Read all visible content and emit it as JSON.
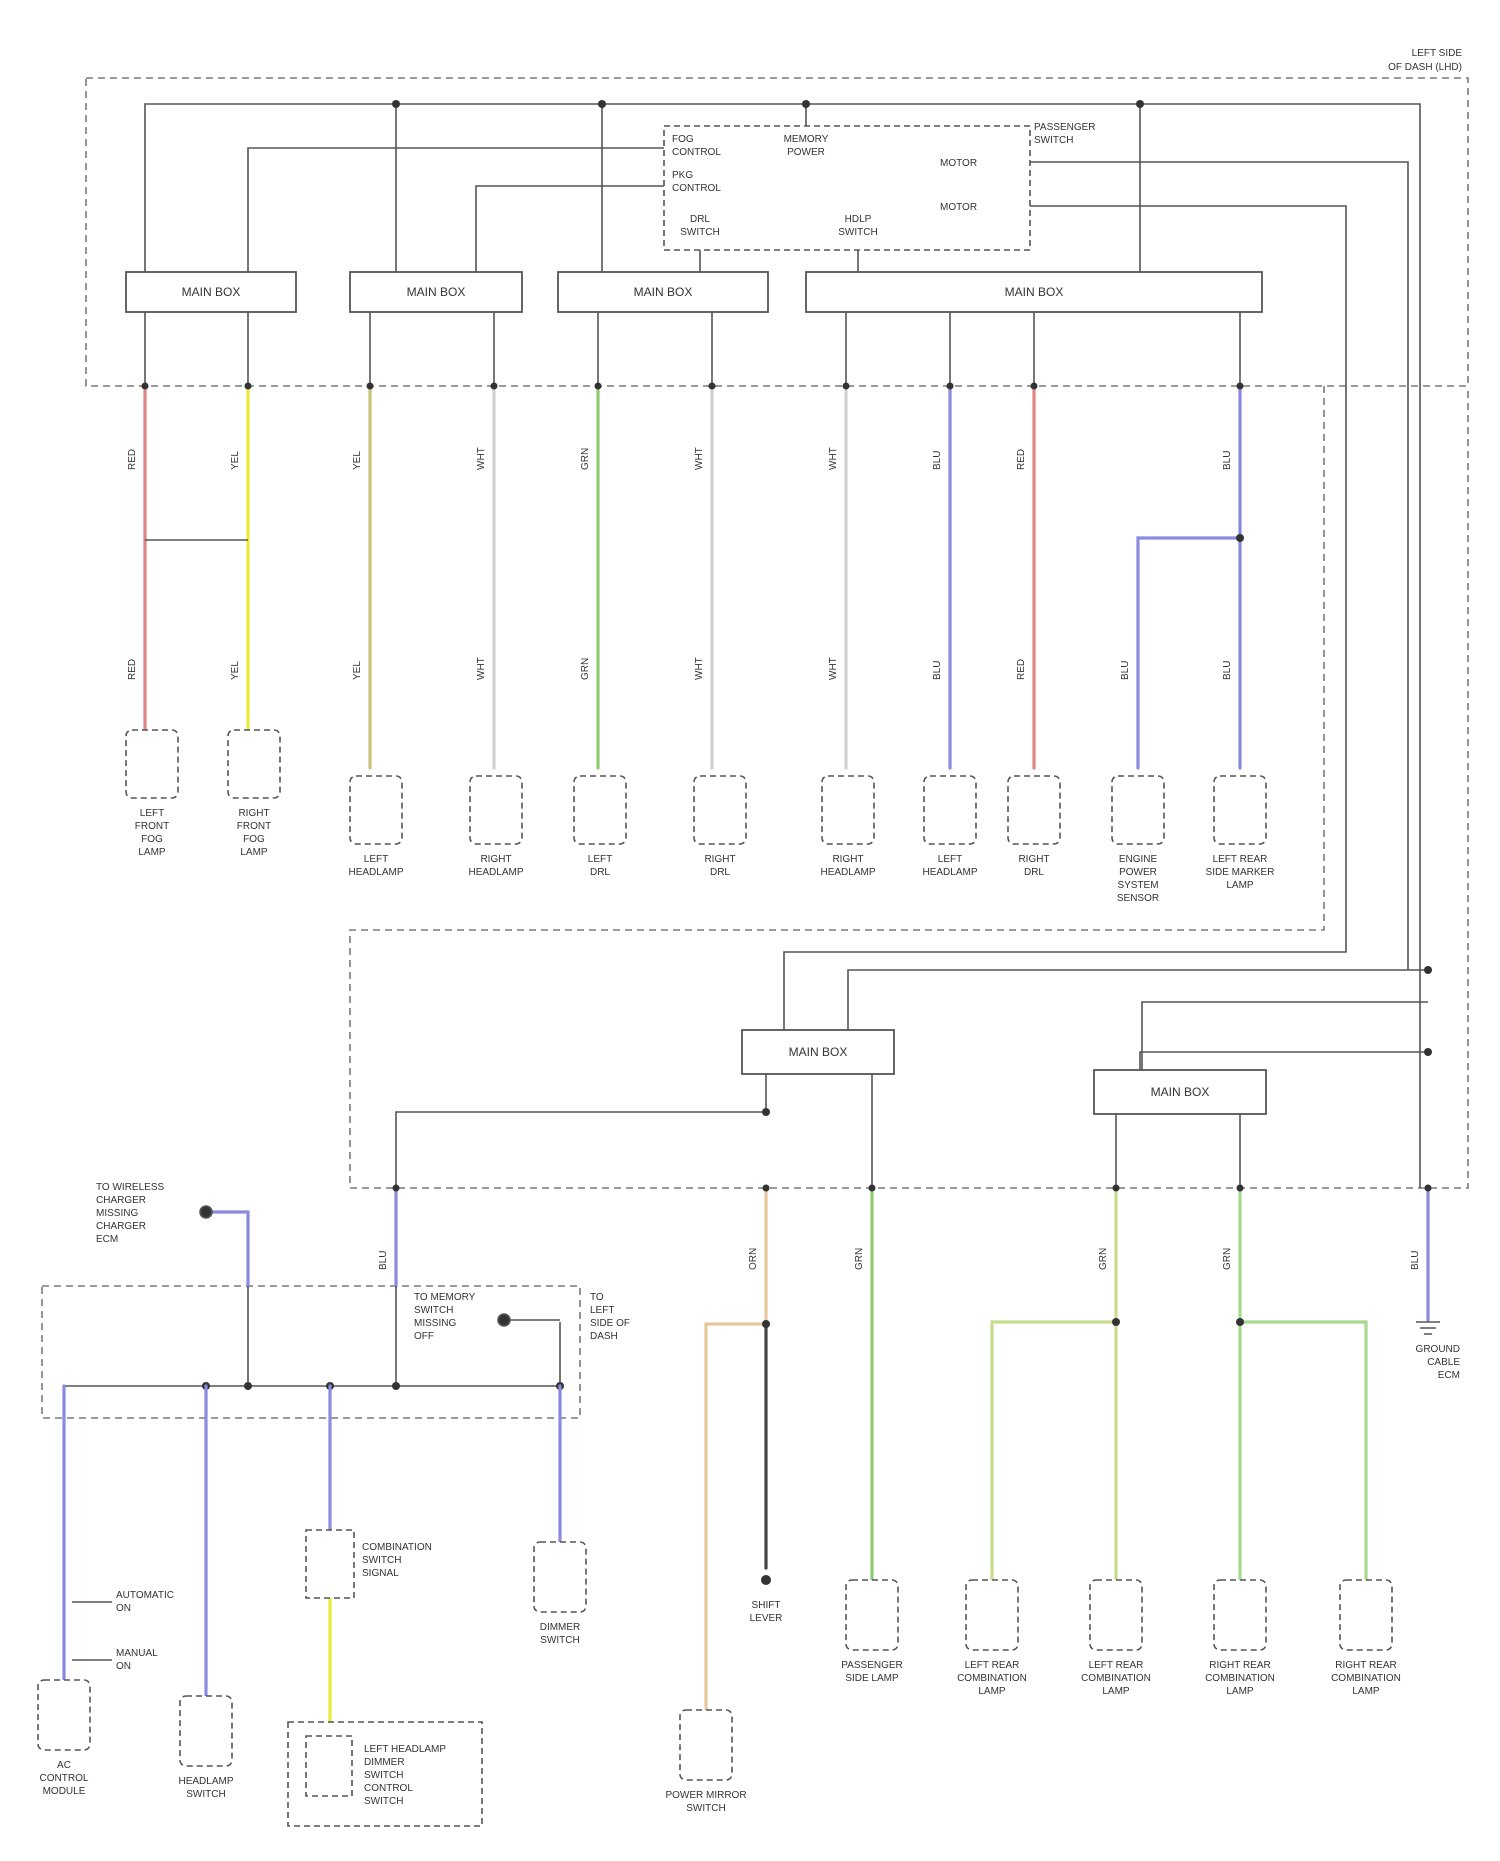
{
  "diagram": {
    "top_right_label": [
      "LEFT SIDE",
      "OF DASH (LHD)"
    ],
    "footer_id": "",
    "ecu_box": {
      "lines_left": [
        "FOG",
        "CONTROL",
        "PKG",
        "CONTROL"
      ],
      "lines_top": [
        "MEMORY",
        "POWER"
      ],
      "lines_right": [
        "PASSENGER",
        "SWITCH"
      ],
      "lines_right_2": [
        "MOTOR",
        "MOTOR"
      ],
      "lines_bottom": [
        "DRL",
        "SWITCH",
        "HDLP",
        "SWITCH"
      ]
    },
    "fuses_top": [
      {
        "label": "MAIN BOX"
      },
      {
        "label": "MAIN BOX"
      },
      {
        "label": "MAIN BOX"
      },
      {
        "label": "MAIN BOX"
      }
    ],
    "fuses_mid": [
      {
        "label": "MAIN BOX"
      },
      {
        "label": "MAIN BOX"
      }
    ],
    "top_wire_codes": [
      "RED",
      "YEL",
      "YEL",
      "WHT",
      "GRN",
      "WHT",
      "WHT",
      "BLU",
      "RED",
      "BLU"
    ],
    "top_lower_codes": [
      "RED",
      "YEL",
      "YEL",
      "WHT",
      "GRN",
      "WHT",
      "WHT",
      "BLU",
      "RED",
      "BLU",
      "BLU"
    ],
    "top_components": [
      {
        "lines": [
          "LEFT",
          "FRONT",
          "FOG",
          "LAMP"
        ]
      },
      {
        "lines": [
          "RIGHT",
          "FRONT",
          "FOG",
          "LAMP"
        ]
      },
      {
        "lines": [
          "LEFT",
          "HEADLAMP"
        ]
      },
      {
        "lines": [
          "RIGHT",
          "HEADLAMP"
        ]
      },
      {
        "lines": [
          "LEFT",
          "DRL"
        ]
      },
      {
        "lines": [
          "RIGHT",
          "DRL"
        ]
      },
      {
        "lines": [
          "RIGHT",
          "HEADLAMP"
        ]
      },
      {
        "lines": [
          "LEFT",
          "HEADLAMP"
        ]
      },
      {
        "lines": [
          "RIGHT",
          "DRL"
        ]
      },
      {
        "lines": [
          "ENGINE",
          "POWER",
          "SYSTEM",
          "SENSOR"
        ]
      },
      {
        "lines": [
          "LEFT REAR",
          "SIDE MARKER",
          "LAMP"
        ]
      }
    ],
    "mid_wire_codes": [
      "BLU",
      "ORN",
      "GRN",
      "GRN",
      "GRN",
      "BLU"
    ],
    "left_notes": [
      {
        "lines": [
          "TO WIRELESS",
          "CHARGER",
          "MISSING",
          "CHARGER",
          "ECM"
        ]
      },
      {
        "lines": [
          "TO MEMORY",
          "SWITCH",
          "MISSING",
          "OFF"
        ]
      },
      {
        "lines": [
          "TO",
          "LEFT",
          "SIDE OF",
          "DASH"
        ]
      }
    ],
    "bottom_components": [
      {
        "lines": [
          "AC",
          "CONTROL",
          "MODULE"
        ]
      },
      {
        "lines": [
          "HEADLAMP",
          "SWITCH"
        ]
      },
      {
        "lines": [
          "COMBINATION",
          "SWITCH"
        ]
      },
      {
        "lines": [
          "DIMMER",
          "SWITCH"
        ]
      },
      {
        "lines": [
          "SHIFT",
          "LEVER"
        ]
      },
      {
        "lines": [
          "POWER MIRROR",
          "SWITCH"
        ]
      },
      {
        "lines": [
          "PASSENGER",
          "SIDE LAMP"
        ]
      },
      {
        "lines": [
          "LEFT REAR",
          "COMBINATION",
          "LAMP"
        ]
      },
      {
        "lines": [
          "LEFT REAR",
          "COMBINATION",
          "LAMP"
        ]
      },
      {
        "lines": [
          "RIGHT REAR",
          "COMBINATION",
          "LAMP"
        ]
      },
      {
        "lines": [
          "RIGHT REAR",
          "COMBINATION",
          "LAMP"
        ]
      }
    ],
    "inline_labels": {
      "auto_on": [
        "AUTOMATIC",
        "ON"
      ],
      "manual_on": [
        "MANUAL",
        "ON"
      ],
      "combination_switch": [
        "COMBINATION",
        "SWITCH",
        "SIGNAL"
      ],
      "lamp_group": [
        "LEFT HEADLAMP",
        "DIMMER",
        "SWITCH",
        "CONTROL",
        "SWITCH"
      ],
      "ground_right": [
        "GROUND",
        "CABLE",
        "ECM"
      ]
    },
    "colors": {
      "red": "#e08585",
      "yellow": "#eaea3c",
      "olive": "#c8c27a",
      "white_wire": "#d0d0d0",
      "green": "#8ccd72",
      "light_green": "#a8d98c",
      "blue": "#8a8ae0",
      "orange": "#e6c79a",
      "black": "#444444",
      "gray_line": "#555555"
    }
  }
}
